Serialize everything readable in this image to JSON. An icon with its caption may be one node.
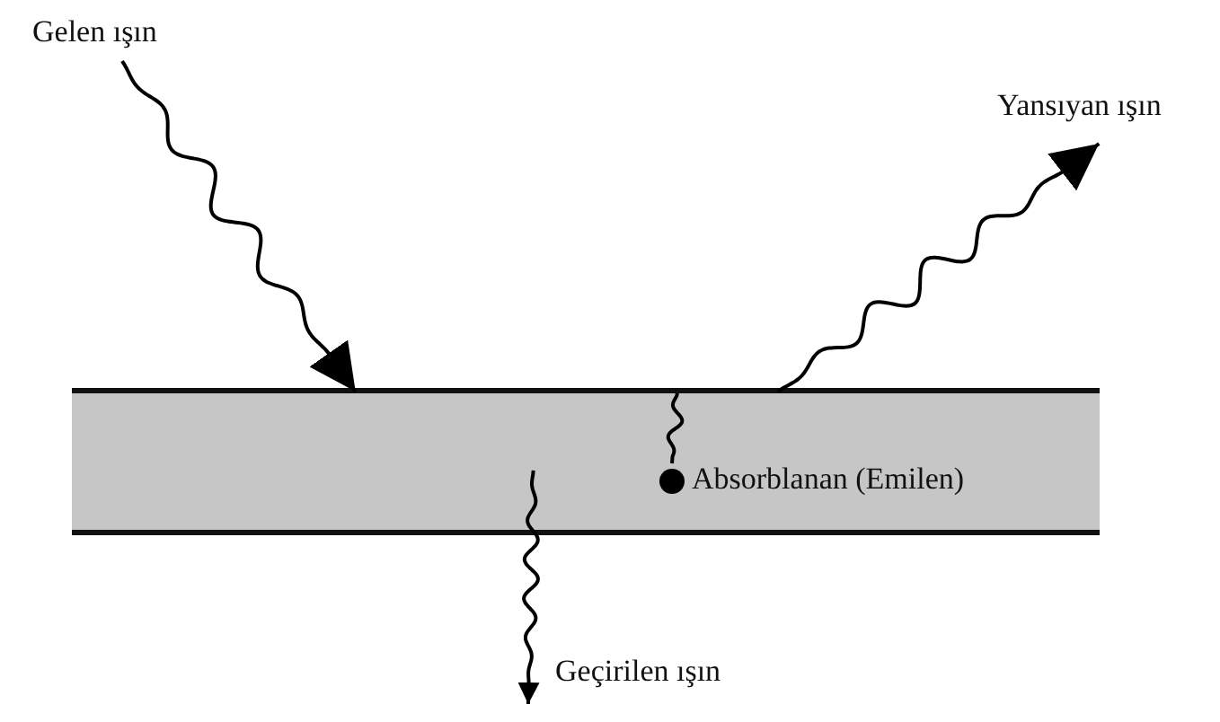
{
  "diagram": {
    "nodes": [
      {
        "text": [
          "Gelen ışın"
        ]
      },
      {
        "text": [],
        "shape": "bar"
      },
      {
        "text": [
          "Yansıyan ışın"
        ]
      },
      {
        "text": [],
        "shape": "circle",
        "in": 1,
        "beside": [
          "Absorblanan (Emilen)"
        ]
      },
      {
        "text": [
          "Geçirilen ışın"
        ]
      }
    ],
    "edges": [
      {
        "from": 0,
        "to": 1,
        "arrow": "to"
      },
      {
        "from": 1,
        "to": 2,
        "arrow": "to"
      },
      {
        "from": 1,
        "to": 3,
        "arrow": "none"
      },
      {
        "from": 1,
        "to": 4,
        "arrow": "to"
      }
    ]
  }
}
